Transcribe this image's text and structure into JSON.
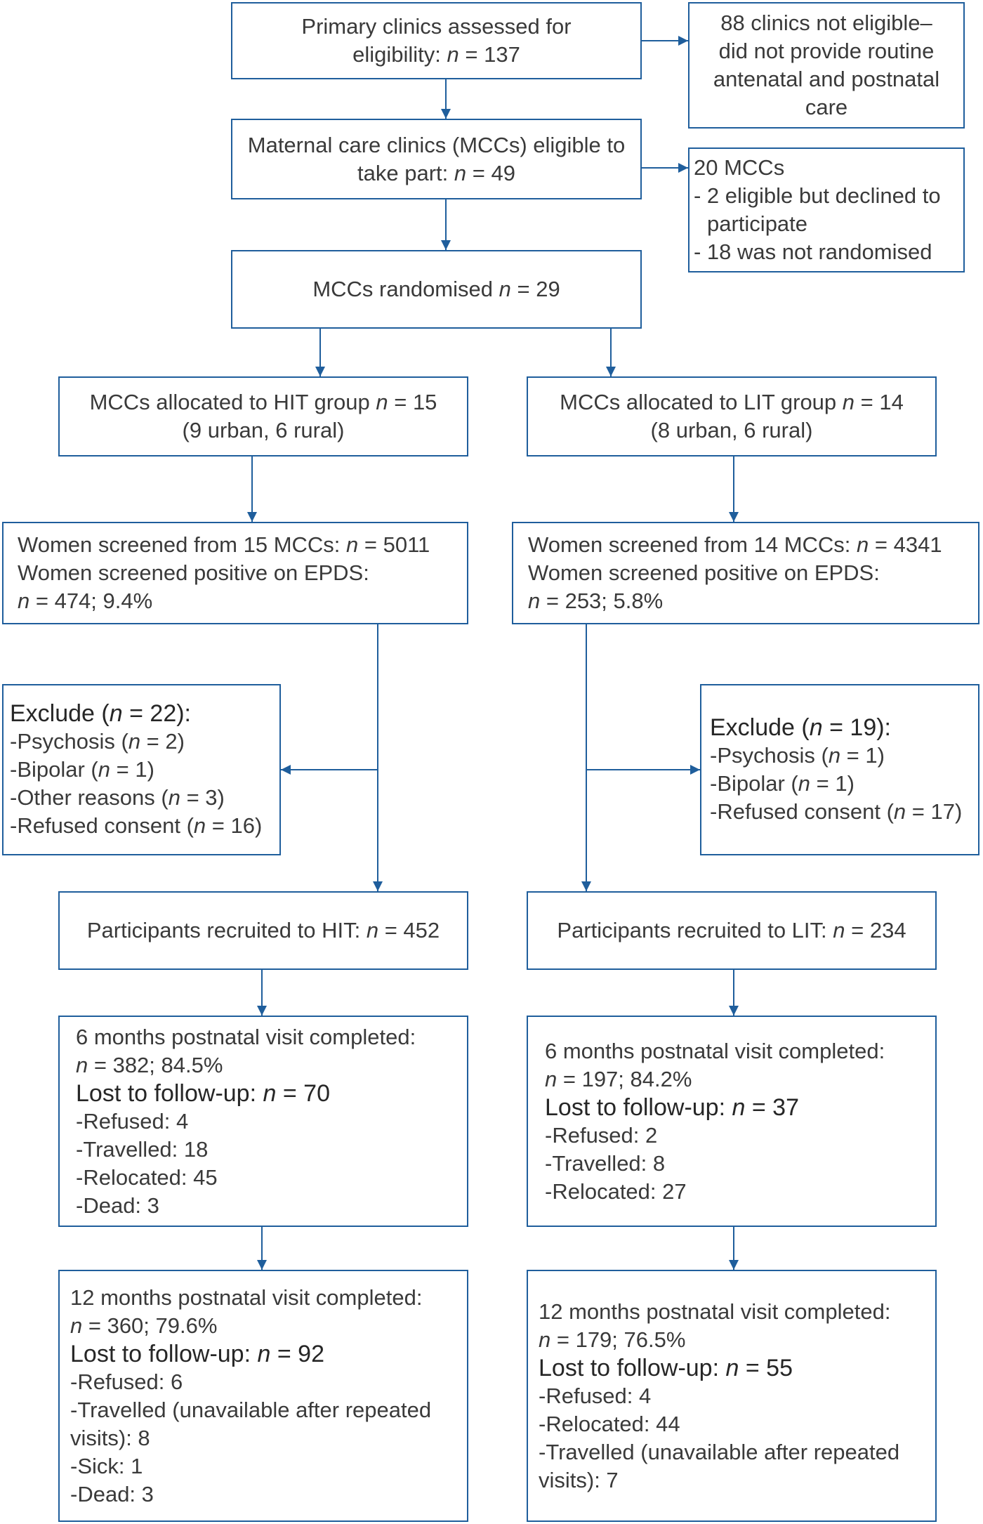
{
  "colors": {
    "accent": "#1f5e9c",
    "text": "#3a3a3a"
  },
  "flowchart": {
    "assessed": [
      "Primary clinics assessed for",
      "eligibility: n = 137"
    ],
    "not_eligible": [
      "88 clinics not eligible–",
      "did not provide routine",
      "antenatal and postnatal",
      "care"
    ],
    "eligible": [
      "Maternal care clinics (MCCs) eligible to",
      "take part: n = 49"
    ],
    "excluded_clinics": [
      "20 MCCs",
      "- 2 eligible but declined to",
      "participate",
      "- 18 was not randomised"
    ],
    "randomised": [
      "MCCs randomised n = 29"
    ],
    "hit": {
      "allocated": [
        "MCCs allocated to HIT group n = 15",
        "(9 urban, 6 rural)"
      ],
      "screened": [
        "Women screened from 15 MCCs: n = 5011",
        "Women screened positive on EPDS:",
        "n = 474; 9.4%"
      ],
      "excluded": [
        "Exclude (n = 22):",
        "-Psychosis (n = 2)",
        "-Bipolar (n = 1)",
        "-Other reasons (n = 3)",
        "-Refused consent (n = 16)"
      ],
      "recruited": [
        "Participants recruited to HIT: n = 452"
      ],
      "followup_6m": [
        "6 months postnatal visit completed:",
        "n = 382; 84.5%",
        "Lost to follow-up: n = 70",
        "-Refused: 4",
        "-Travelled: 18",
        "-Relocated: 45",
        "-Dead: 3"
      ],
      "followup_12m": [
        "12 months postnatal visit completed:",
        "n = 360; 79.6%",
        "Lost to follow-up: n = 92",
        "-Refused: 6",
        "-Travelled (unavailable after repeated",
        "visits): 8",
        "-Sick: 1",
        "-Dead: 3"
      ]
    },
    "lit": {
      "allocated": [
        "MCCs allocated to LIT group n = 14",
        "(8 urban, 6 rural)"
      ],
      "screened": [
        "Women screened from 14 MCCs: n = 4341",
        "Women screened positive on EPDS:",
        "n = 253; 5.8%"
      ],
      "excluded": [
        "Exclude (n = 19):",
        "-Psychosis (n = 1)",
        "-Bipolar (n = 1)",
        "-Refused consent (n = 17)"
      ],
      "recruited": [
        "Participants recruited to LIT: n = 234"
      ],
      "followup_6m": [
        "6 months postnatal visit completed:",
        "n = 197; 84.2%",
        "Lost to follow-up: n = 37",
        "-Refused: 2",
        "-Travelled: 8",
        "-Relocated: 27"
      ],
      "followup_12m": [
        "12 months postnatal visit completed:",
        "n = 179; 76.5%",
        "Lost to follow-up: n = 55",
        "-Refused: 4",
        "-Relocated: 44",
        "-Travelled (unavailable after repeated",
        "visits): 7"
      ]
    }
  }
}
